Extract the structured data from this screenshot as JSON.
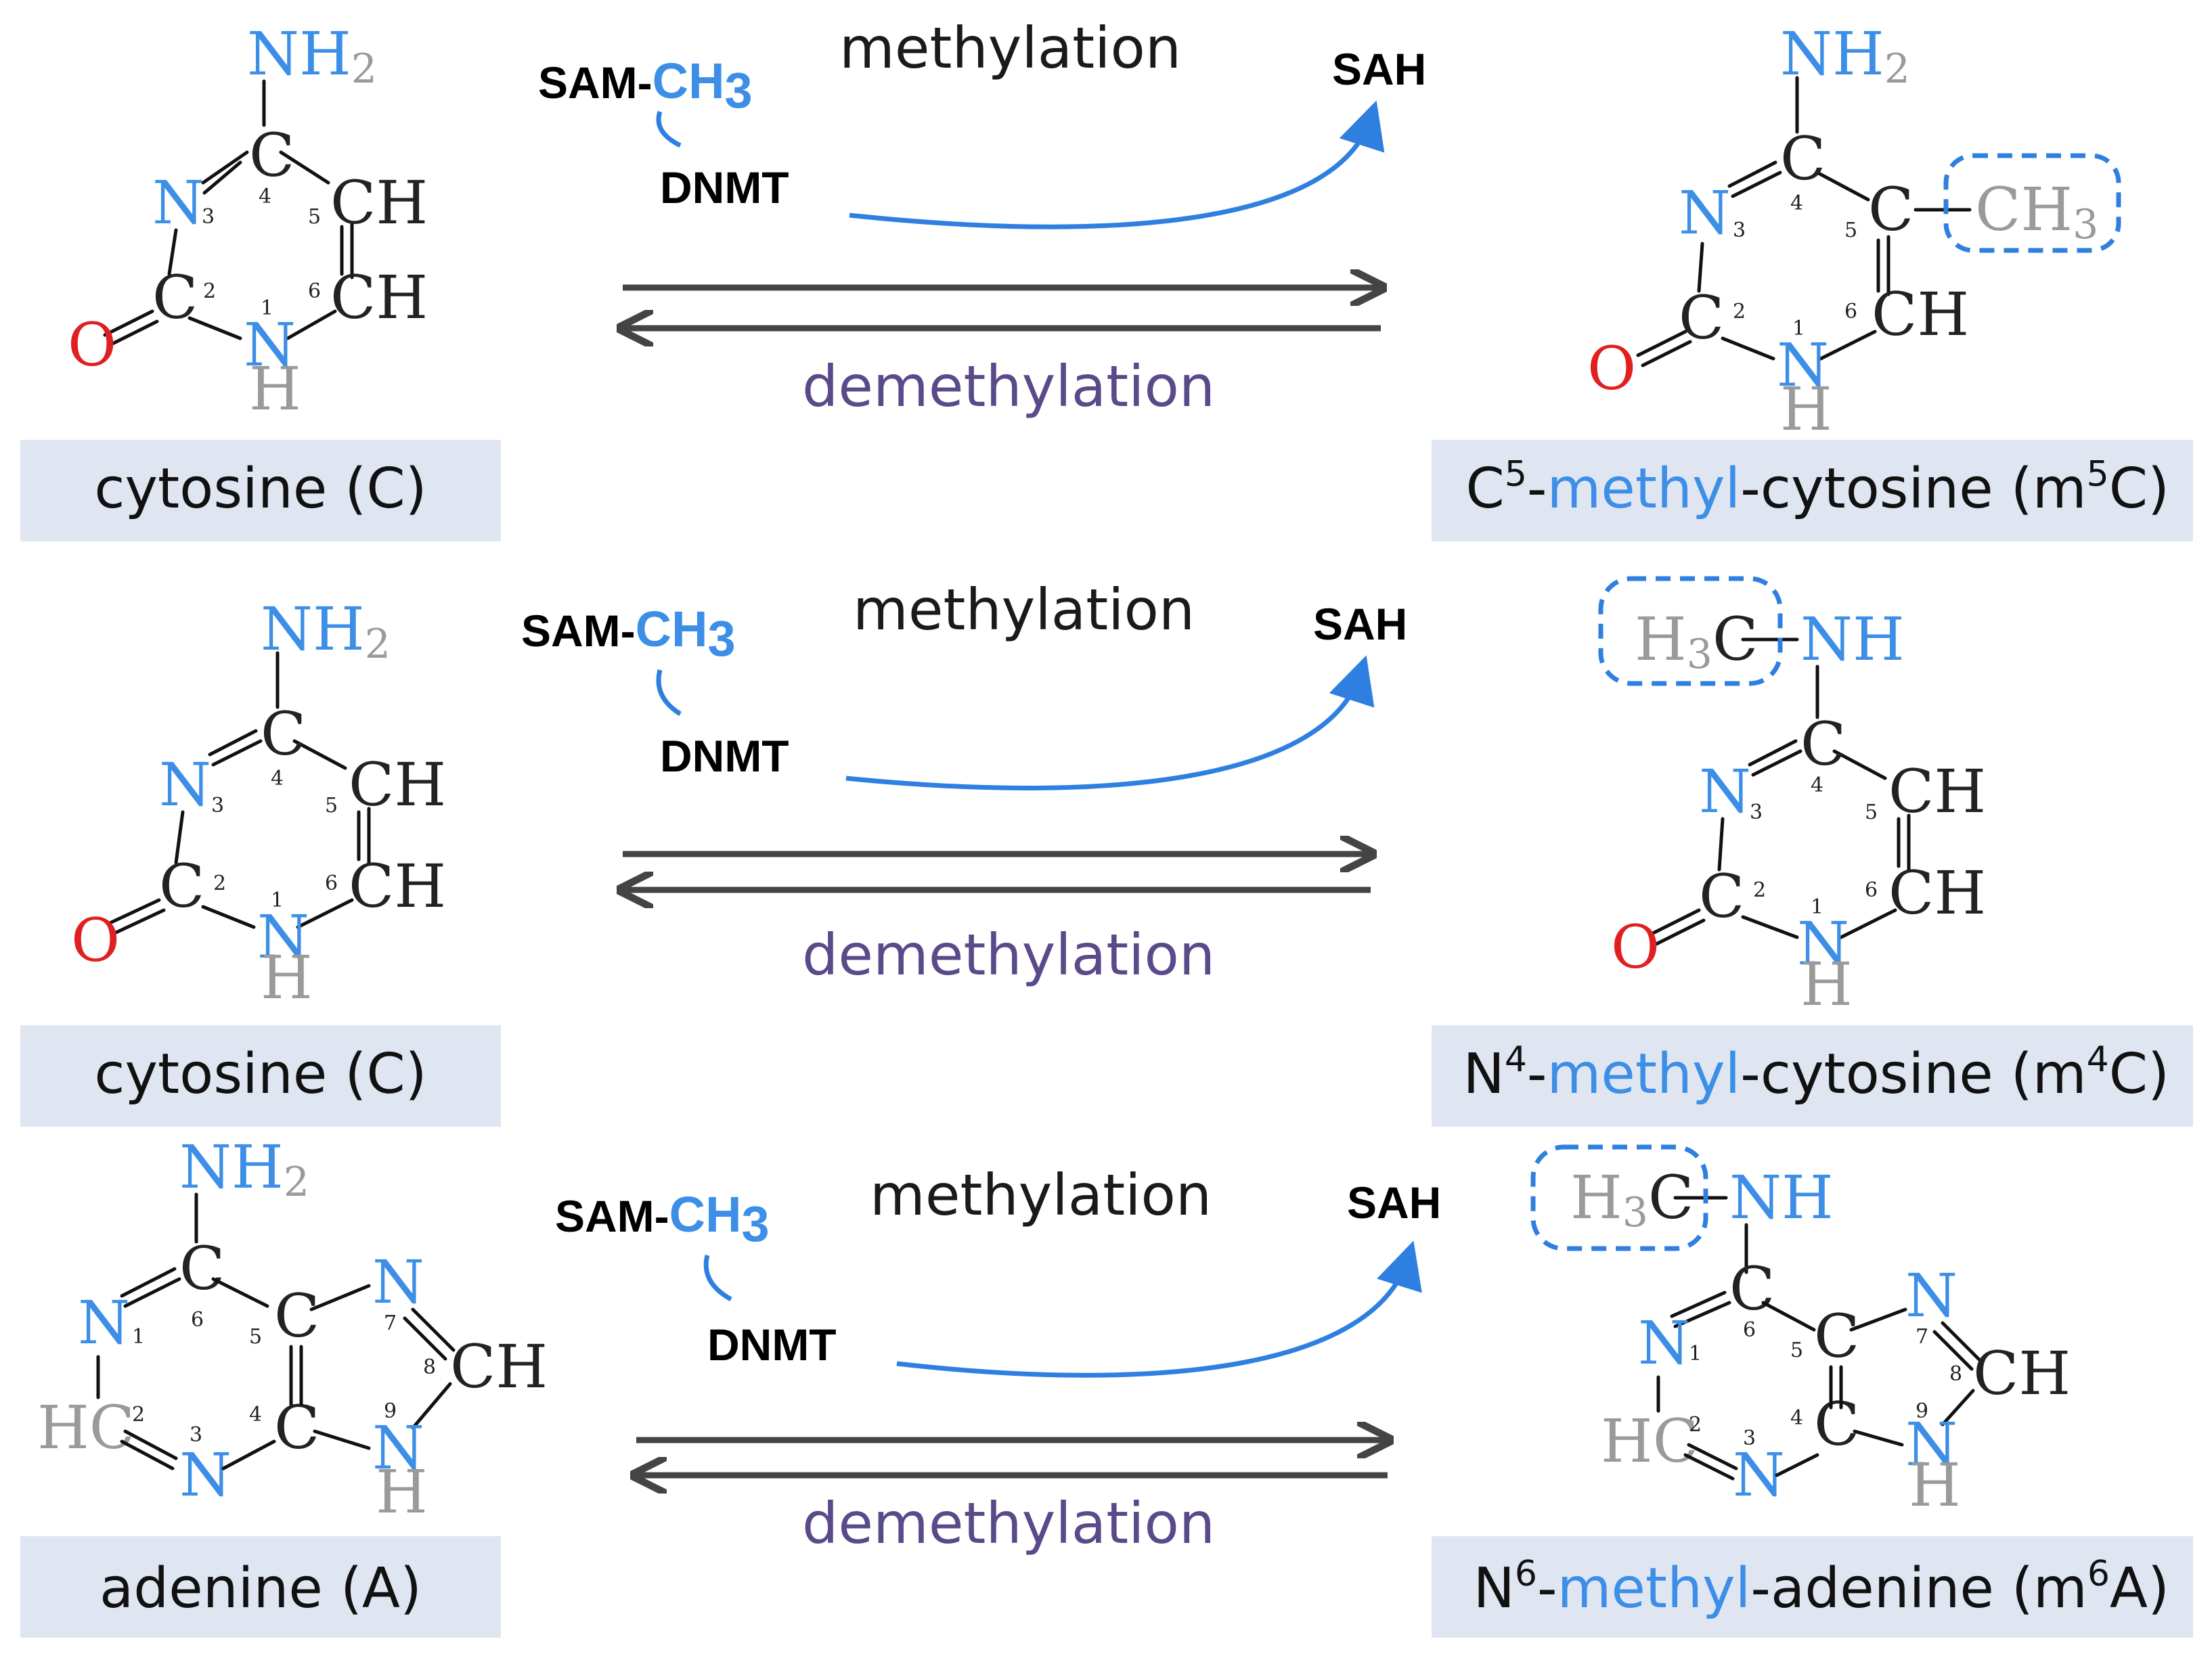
{
  "reaction": {
    "reagent_donor": "SAM-",
    "reagent_methyl": "CH",
    "reagent_methyl_sub": "3",
    "enzyme": "DNMT",
    "product_byproduct": "SAH",
    "forward": "methylation",
    "reverse": "demethylation"
  },
  "rows": [
    {
      "left_label": "cytosine (C)",
      "right_label_prefix": "C",
      "right_label_sup": "5",
      "right_label_dash": "-",
      "right_label_methyl": "methyl",
      "right_label_rest": "-cytosine (m",
      "right_label_sup2": "5",
      "right_label_end": "C)"
    },
    {
      "left_label": "cytosine (C)",
      "right_label_prefix": "N",
      "right_label_sup": "4",
      "right_label_dash": "-",
      "right_label_methyl": "methyl",
      "right_label_rest": "-cytosine (m",
      "right_label_sup2": "4",
      "right_label_end": "C)"
    },
    {
      "left_label": "adenine (A)",
      "right_label_prefix": "N",
      "right_label_sup": "6",
      "right_label_dash": "-",
      "right_label_methyl": "methyl",
      "right_label_rest": "-adenine (m",
      "right_label_sup2": "6",
      "right_label_end": "A)"
    }
  ],
  "atoms": {
    "nh2": "NH",
    "nh2_sub": "2",
    "nh": "NH",
    "n": "N",
    "c": "C",
    "ch": "CH",
    "h": "H",
    "hc": "HC",
    "o": "O",
    "ch3": "CH",
    "ch3_sub": "3",
    "h3c_h": "H",
    "h3c_sub": "3",
    "h3c_c": "C"
  },
  "ring_numbers": {
    "pyrimidine": [
      "1",
      "2",
      "3",
      "4",
      "5",
      "6"
    ],
    "purine": [
      "1",
      "2",
      "3",
      "4",
      "5",
      "6",
      "7",
      "8",
      "9"
    ]
  },
  "colors": {
    "nitrogen": "#3c8ee6",
    "oxygen": "#e02020",
    "carbon": "#222222",
    "hydrogen": "#9a9a9a",
    "methyl_highlight": "#2e7fe0",
    "label_background": "#dfe6f1",
    "demethylation_text": "#5a4a8a"
  }
}
